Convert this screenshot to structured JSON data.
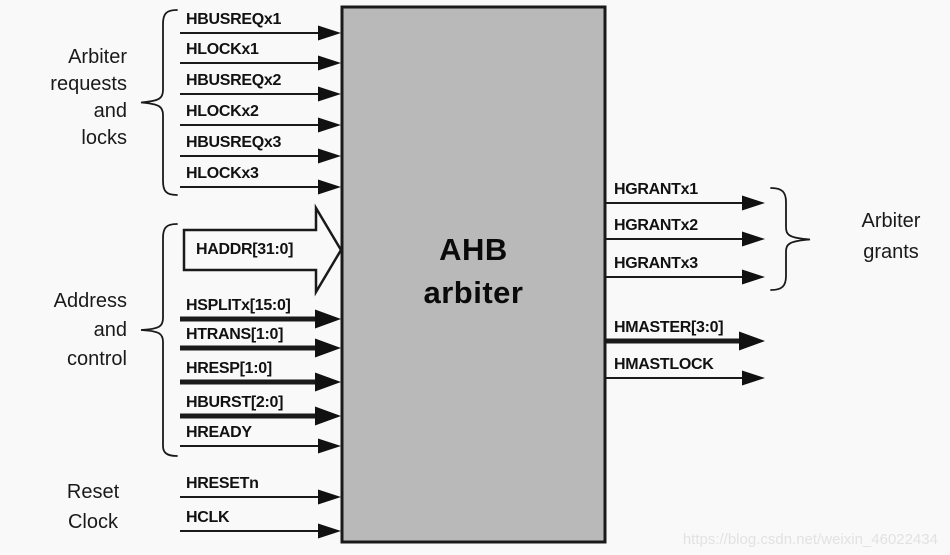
{
  "diagram": {
    "block": {
      "title_line1": "AHB",
      "title_line2": "arbiter"
    },
    "groups": {
      "requests": {
        "lines": [
          "Arbiter",
          "requests",
          "and",
          "locks"
        ]
      },
      "address": {
        "lines": [
          "Address",
          "and",
          "control"
        ]
      },
      "reset_clock": {
        "lines": [
          "Reset",
          "Clock"
        ]
      },
      "grants": {
        "lines": [
          "Arbiter",
          "grants"
        ]
      }
    },
    "inputs": {
      "requests": [
        {
          "label": "HBUSREQx1",
          "bus": false
        },
        {
          "label": "HLOCKx1",
          "bus": false
        },
        {
          "label": "HBUSREQx2",
          "bus": false
        },
        {
          "label": "HLOCKx2",
          "bus": false
        },
        {
          "label": "HBUSREQx3",
          "bus": false
        },
        {
          "label": "HLOCKx3",
          "bus": false
        }
      ],
      "address_control": [
        {
          "label": "HADDR[31:0]",
          "bus": true,
          "style": "wide-hollow-arrow"
        },
        {
          "label": "HSPLITx[15:0]",
          "bus": true
        },
        {
          "label": "HTRANS[1:0]",
          "bus": true
        },
        {
          "label": "HRESP[1:0]",
          "bus": true
        },
        {
          "label": "HBURST[2:0]",
          "bus": true
        },
        {
          "label": "HREADY",
          "bus": false
        }
      ],
      "reset_clock": [
        {
          "label": "HRESETn",
          "bus": false
        },
        {
          "label": "HCLK",
          "bus": false
        }
      ]
    },
    "outputs": {
      "grants": [
        {
          "label": "HGRANTx1"
        },
        {
          "label": "HGRANTx2"
        },
        {
          "label": "HGRANTx3"
        }
      ],
      "master": [
        {
          "label": "HMASTER[3:0]",
          "bus": true
        },
        {
          "label": "HMASTLOCK",
          "bus": false
        }
      ]
    },
    "colors": {
      "background": "#f9f9f9",
      "block_fill": "#b9b9b9",
      "line": "#1a1a1a"
    }
  },
  "watermark": {
    "text": "https://blog.csdn.net/weixin_46022434"
  }
}
